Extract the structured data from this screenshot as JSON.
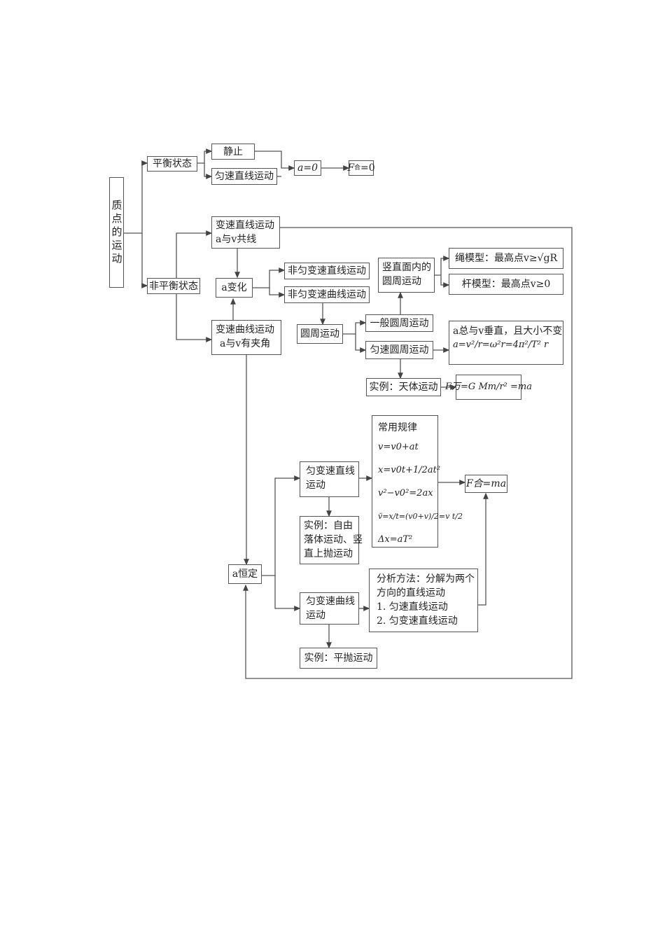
{
  "root": "质点的运动",
  "balance": {
    "label": "平衡状态",
    "static": "静止",
    "uniform": "匀速直线运动",
    "a_zero": "a=0",
    "f_zero_F": "F",
    "f_zero_sub": "合",
    "f_zero_rest": "=0"
  },
  "nonbalance": {
    "label": "非平衡状态",
    "variable_line": [
      "变速直线运动",
      "a与v共线"
    ],
    "a_change": "a变化",
    "nonuni_line": "非匀变速直线运动",
    "nonuni_curve": "非匀变速曲线运动",
    "variable_curve": [
      "变速曲线运动",
      "a与v有夹角"
    ],
    "circular": "圆周运动",
    "vertical_circle": [
      "竖直面内的",
      "圆周运动"
    ],
    "rope_model": "绳模型：最高点v≥√gR",
    "rod_model": "杆模型：最高点v≥0",
    "general_circle": "一般圆周运动",
    "uniform_circle": "匀速圆周运动",
    "uniform_circle_note": "a总与v垂直，且大小不变",
    "uniform_circle_formula": "a=v²/r=ω²r=4π²/T² r",
    "celestial": "实例：天体运动",
    "gravitation_formula": "F万=G Mm/r² =ma",
    "a_const": "a恒定",
    "uniform_accel_line": [
      "匀变速直线",
      "运动"
    ],
    "free_fall": [
      "实例：自由",
      "落体运动、竖",
      "直上抛运动"
    ],
    "common_rules_title": "常用规律",
    "rules": [
      "v=v0+at",
      "x=v0t+1/2at²",
      "v²−v0²=2ax",
      "v̄=x/t=(v0+v)/2=v t/2",
      "Δx=aT²"
    ],
    "newton": "F合=ma",
    "uniform_accel_curve": [
      "匀变速曲线",
      "运动"
    ],
    "analysis": [
      "分析方法：分解为两个",
      "方向的直线运动",
      "1. 匀速直线运动",
      "2. 匀变速直线运动"
    ],
    "projectile": "实例：平抛运动"
  }
}
